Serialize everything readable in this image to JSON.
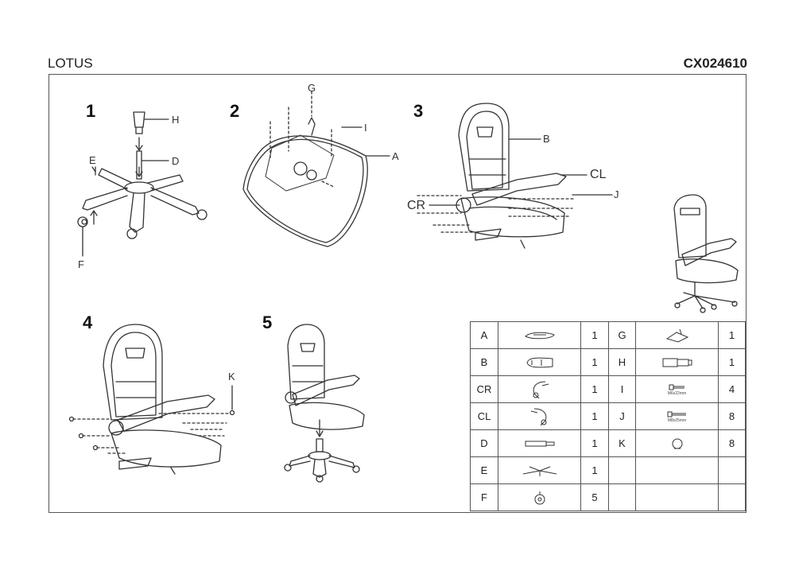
{
  "header": {
    "product": "LOTUS",
    "code": "CX024610"
  },
  "steps": [
    "1",
    "2",
    "3",
    "4",
    "5"
  ],
  "labels": {
    "H": "H",
    "D": "D",
    "E": "E",
    "F": "F",
    "G": "G",
    "I": "I",
    "A": "A",
    "B": "B",
    "CL": "CL",
    "J": "J",
    "CR": "CR",
    "K": "K"
  },
  "parts": [
    {
      "letter": "A",
      "icon": "seat-plate-icon",
      "qty": "1",
      "letter2": "G",
      "icon2": "mechanism-icon",
      "qty2": "1"
    },
    {
      "letter": "B",
      "icon": "backrest-icon",
      "qty": "1",
      "letter2": "H",
      "icon2": "gas-cover-icon",
      "qty2": "1"
    },
    {
      "letter": "CR",
      "icon": "armrest-right-icon",
      "qty": "1",
      "letter2": "I",
      "icon2": "bolt-short-icon",
      "note2": "M6x22mm",
      "qty2": "4"
    },
    {
      "letter": "CL",
      "icon": "armrest-left-icon",
      "qty": "1",
      "letter2": "J",
      "icon2": "bolt-long-icon",
      "note2": "M8x25mm",
      "qty2": "8"
    },
    {
      "letter": "D",
      "icon": "gas-lift-icon",
      "qty": "1",
      "letter2": "K",
      "icon2": "cap-icon",
      "qty2": "8"
    },
    {
      "letter": "E",
      "icon": "star-base-icon",
      "qty": "1",
      "letter2": "",
      "icon2": "",
      "qty2": ""
    },
    {
      "letter": "F",
      "icon": "caster-icon",
      "qty": "5",
      "letter2": "",
      "icon2": "",
      "qty2": ""
    }
  ]
}
